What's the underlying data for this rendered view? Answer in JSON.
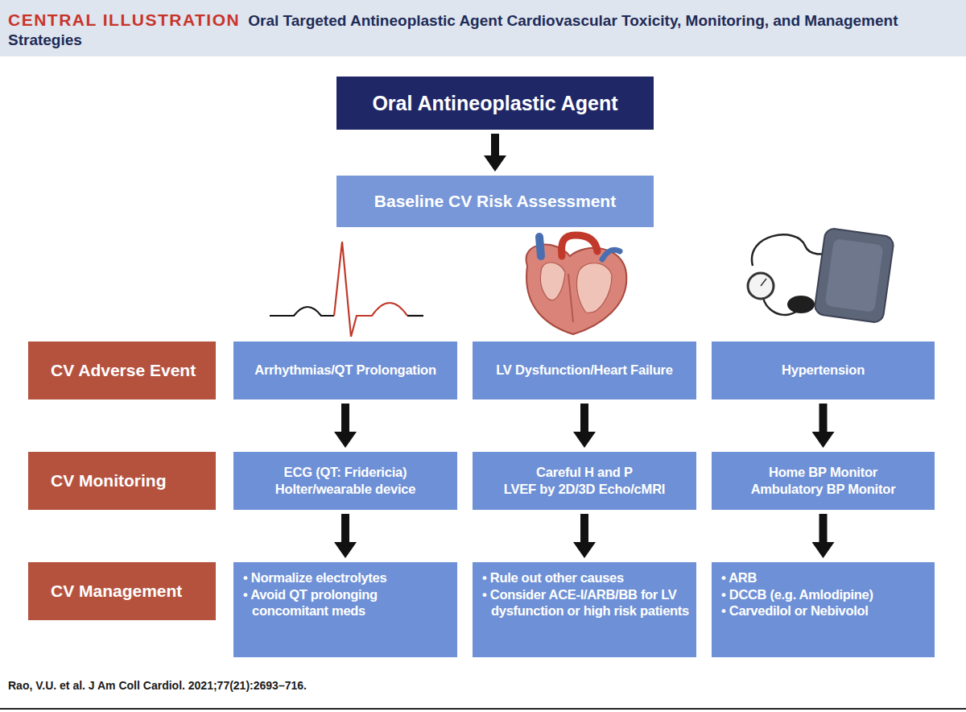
{
  "diagram": {
    "title": "Oral Targeted Antineoplastic Agent Cardiovascular Toxicity, Monitoring, and Management Strategies",
    "caption": "Rao, V.U. et al. J Am Coll Cardiol. 2021;77(21):2693–716.",
    "nodes": [
      {
        "text": [
          "Oral Antineoplastic Agent"
        ]
      },
      {
        "text": [
          "Baseline CV Risk Assessment"
        ]
      },
      {
        "text": [
          "CV Adverse Event"
        ]
      },
      {
        "text": [
          "Arrhythmias/QT Prolongation"
        ]
      },
      {
        "text": [
          "LV Dysfunction/Heart Failure"
        ]
      },
      {
        "text": [
          "Hypertension"
        ]
      },
      {
        "text": [
          "CV Monitoring"
        ]
      },
      {
        "text": [
          "ECG (QT: Fridericia)",
          "Holter/wearable device"
        ]
      },
      {
        "text": [
          "Careful H and P",
          "LVEF by 2D/3D Echo/cMRI"
        ]
      },
      {
        "text": [
          "Home BP Monitor",
          "Ambulatory BP Monitor"
        ]
      },
      {
        "text": [
          "CV Management"
        ]
      },
      {
        "text": [
          "• Normalize electrolytes",
          "• Avoid QT prolonging concomitant meds"
        ]
      },
      {
        "text": [
          "• Rule out other causes",
          "• Consider ACE-I/ARB/BB for LV dysfunction or high risk patients"
        ]
      },
      {
        "text": [
          "• ARB",
          "• DCCB (e.g. Amlodipine)",
          "• Carvedilol or Nebivolol"
        ]
      }
    ],
    "edges": [
      {
        "from": 0,
        "to": 1,
        "arrow": "to"
      },
      {
        "from": 3,
        "to": 7,
        "arrow": "to"
      },
      {
        "from": 4,
        "to": 8,
        "arrow": "to"
      },
      {
        "from": 5,
        "to": 9,
        "arrow": "to"
      },
      {
        "from": 7,
        "to": 11,
        "arrow": "to"
      },
      {
        "from": 8,
        "to": 12,
        "arrow": "to"
      },
      {
        "from": 9,
        "to": 13,
        "arrow": "to"
      }
    ],
    "labels": [
      "CENTRAL ILLUSTRATION"
    ]
  }
}
